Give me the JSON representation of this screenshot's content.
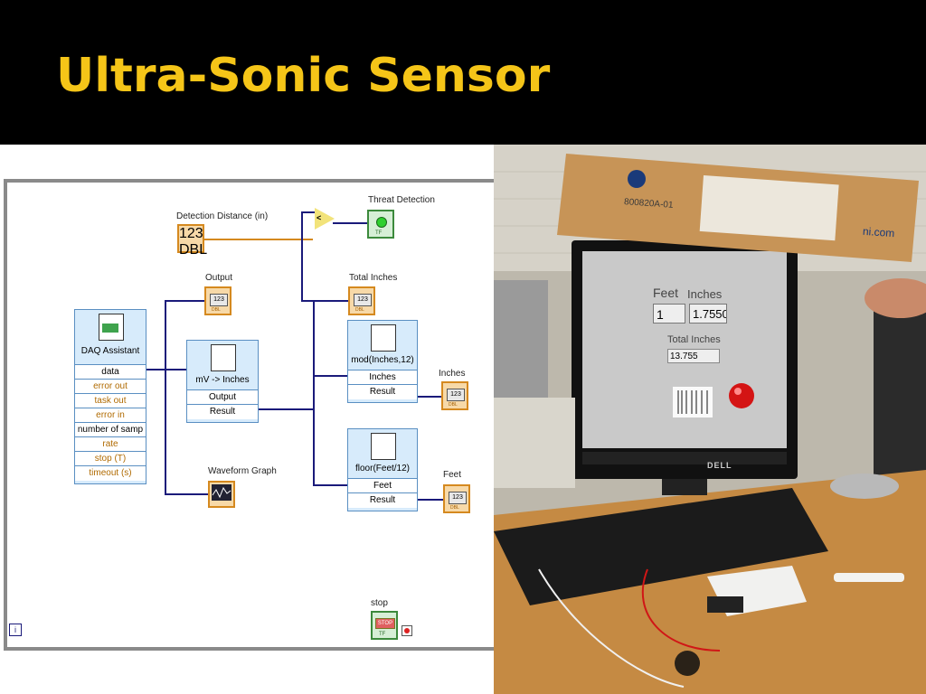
{
  "slide": {
    "title": "Ultra-Sonic Sensor"
  },
  "block_diagram": {
    "daq_assistant": {
      "title": "DAQ Assistant",
      "terminals": [
        "data",
        "error out",
        "task out",
        "error in",
        "number of samp",
        "rate",
        "stop (T)",
        "timeout (s)"
      ]
    },
    "mv_inches": {
      "title": "mV -> Inches",
      "rows": [
        "Output",
        "Result"
      ]
    },
    "mod_node": {
      "title": "mod(Inches,12)",
      "rows": [
        "Inches",
        "Result"
      ]
    },
    "floor_node": {
      "title": "floor(Feet/12)",
      "rows": [
        "Feet",
        "Result"
      ]
    },
    "labels": {
      "detection_distance": "Detection Distance (in)",
      "threat_detection": "Threat Detection",
      "output": "Output",
      "total_inches": "Total Inches",
      "inches": "Inches",
      "feet": "Feet",
      "waveform_graph": "Waveform Graph",
      "stop": "stop"
    },
    "terminal_text": {
      "num": "123",
      "dbl": "DBL",
      "tf": "TF",
      "stop_btn": "STOP",
      "info": "i"
    }
  },
  "photo": {
    "box_part_number": "800820A-01",
    "box_url": "ni.com",
    "screen": {
      "feet_label": "Feet",
      "inches_label": "Inches",
      "feet_value": "1",
      "inches_value": "1.7550",
      "total_inches_label": "Total Inches",
      "total_inches_value": "13.755"
    },
    "monitor_brand": "DELL"
  },
  "colors": {
    "title_text": "#f5c518",
    "title_band": "#000000",
    "wire": "#1a1a7a",
    "express_vi": "#d7ebfb",
    "numeric_terminal": "#f7d9a8",
    "boolean_terminal": "#d6efd6"
  }
}
